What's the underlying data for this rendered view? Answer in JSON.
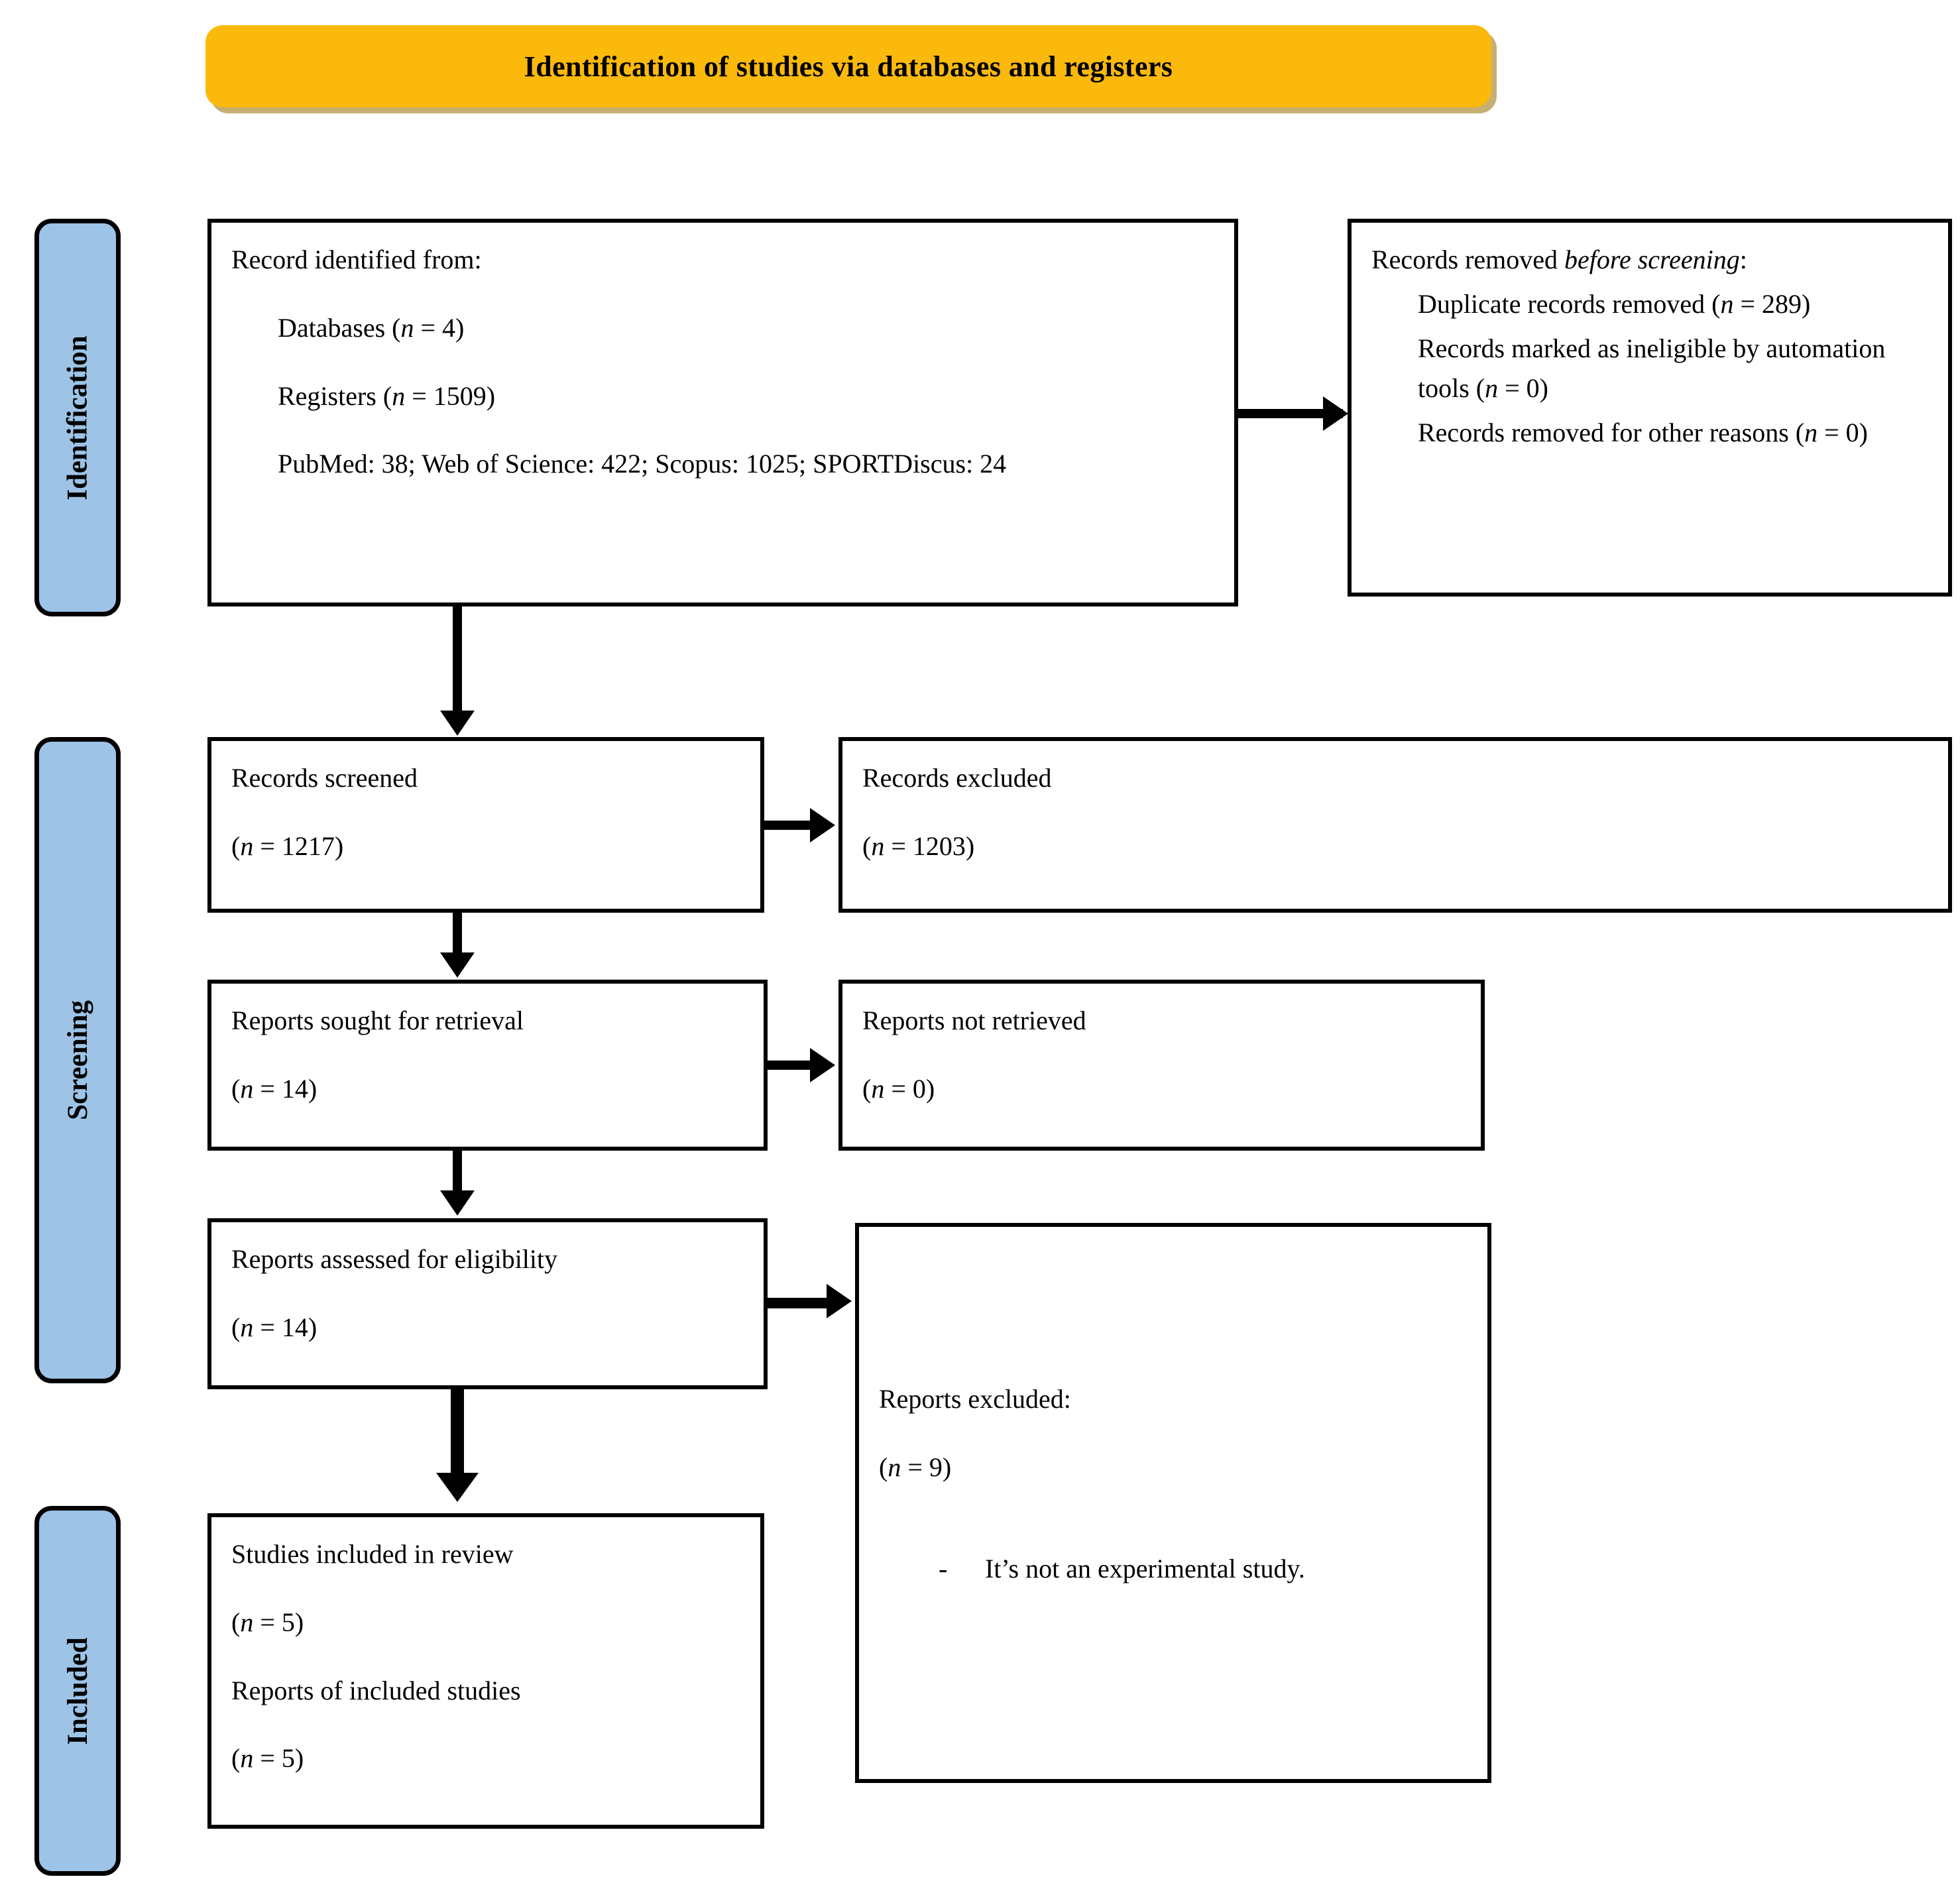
{
  "banner": {
    "title": "Identification of studies via databases and registers"
  },
  "stages": [
    {
      "key": "identification",
      "label": "Identification"
    },
    {
      "key": "screening",
      "label": "Screening"
    },
    {
      "key": "included",
      "label": "Included"
    }
  ],
  "boxes": {
    "identified": {
      "heading": "Record identified from:",
      "databases": "Databases (n = 4)",
      "databases_prefix": "Databases (",
      "databases_suffix": " = 4)",
      "registers_prefix": "Registers (",
      "registers_suffix": " = 1509)",
      "sources": "PubMed: 38; Web of Science: 422; Scopus: 1025; SPORTDiscus: 24"
    },
    "removed": {
      "heading_prefix": "Records removed ",
      "heading_italic": "before screening",
      "heading_suffix": ":",
      "line1_prefix": "Duplicate records removed (",
      "line1_suffix": " = 289)",
      "line2_prefix": "Records marked as ineligible by automation tools (",
      "line2_suffix": " = 0)",
      "line3_prefix": "Records removed for other reasons (",
      "line3_suffix": " = 0)"
    },
    "screened": {
      "label": "Records screened",
      "count_prefix": "(",
      "count_suffix": " = 1217)"
    },
    "records_excluded": {
      "label": "Records excluded",
      "count_prefix": "(",
      "count_suffix": " = 1203)"
    },
    "sought": {
      "label": "Reports sought for retrieval",
      "count_prefix": "(",
      "count_suffix": " = 14)"
    },
    "not_retrieved": {
      "label": "Reports not retrieved",
      "count_prefix": "(",
      "count_suffix": " = 0)"
    },
    "assessed": {
      "label": "Reports assessed for eligibility",
      "count_prefix": "(",
      "count_suffix": " = 14)"
    },
    "reports_excluded": {
      "label": "Reports excluded:",
      "count_prefix": "(",
      "count_suffix": " = 9)",
      "bullet_marker": "-",
      "bullet_text": "It’s not an experimental study."
    },
    "included": {
      "label1": "Studies included in review",
      "count1_prefix": "(",
      "count1_suffix": " = 5)",
      "label2": "Reports of included studies",
      "count2_prefix": "(",
      "count2_suffix": " = 5)"
    }
  },
  "symbols": {
    "n_italic": "n"
  },
  "colors": {
    "banner": "#FBB90B",
    "stage": "#9DC3E6",
    "border": "#000000",
    "background": "#FFFFFF"
  }
}
